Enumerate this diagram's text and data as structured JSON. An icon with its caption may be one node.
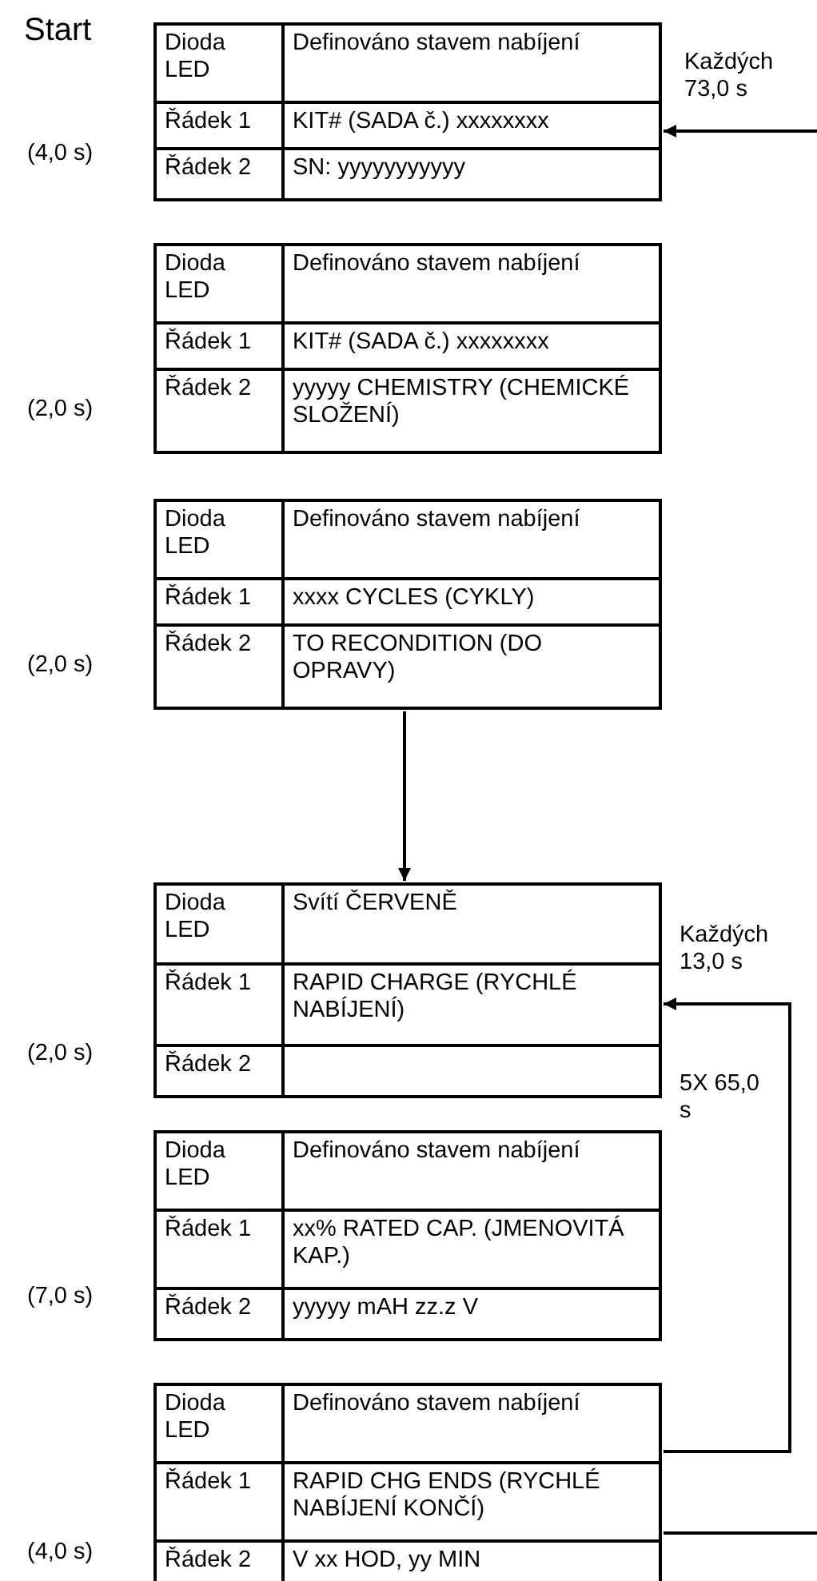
{
  "diagram": {
    "nodes": [
      {
        "text": [
          "Dioda LED",
          "Definováno stavem nabíjení",
          "Řádek 1",
          "KIT# (SADA č.) xxxxxxxx",
          "Řádek 2",
          "SN: yyyyyyyyyyy"
        ],
        "beside": [
          "(4,0 s)"
        ]
      },
      {
        "text": [
          "Dioda LED",
          "Definováno stavem nabíjení",
          "Řádek 1",
          "KIT# (SADA č.) xxxxxxxx",
          "Řádek 2",
          "yyyyy CHEMISTRY (CHEMICKÉ SLOŽENÍ)"
        ],
        "beside": [
          "(2,0 s)"
        ]
      },
      {
        "text": [
          "Dioda LED",
          "Definováno stavem nabíjení",
          "Řádek 1",
          "xxxx CYCLES (CYKLY)",
          "Řádek 2",
          "TO RECONDITION (DO OPRAVY)"
        ],
        "beside": [
          "(2,0 s)"
        ]
      },
      {
        "text": [
          "Dioda LED",
          "Svítí ČERVENĚ",
          "Řádek 1",
          "RAPID CHARGE (RYCHLÉ NABÍJENÍ)",
          "Řádek 2"
        ],
        "beside": [
          "(2,0 s)"
        ]
      },
      {
        "text": [
          "Dioda LED",
          "Definováno stavem nabíjení",
          "Řádek 1",
          "xx% RATED CAP. (JMENOVITÁ KAP.)",
          "Řádek 2",
          "yyyyy mAH zz.z V"
        ],
        "beside": [
          "(7,0 s)"
        ]
      },
      {
        "text": [
          "Dioda LED",
          "Definováno stavem nabíjení",
          "Řádek 1",
          "RAPID CHG ENDS (RYCHLÉ NABÍJENÍ KONČÍ)",
          "Řádek 2",
          "V xx HOD, yy MIN"
        ],
        "beside": [
          "(4,0 s)"
        ]
      }
    ],
    "edges": [
      {
        "from": null,
        "to": 0,
        "arrow": "to",
        "label": "Každých 73,0 s"
      },
      {
        "from": 2,
        "to": 3,
        "arrow": "to"
      },
      {
        "from": 5,
        "to": 3,
        "arrow": "to",
        "label": "Každých 13,0 s"
      },
      {
        "from": 5,
        "to": null,
        "arrow": "none"
      }
    ],
    "labels": [
      "Start",
      "5X 65,0 s"
    ]
  }
}
